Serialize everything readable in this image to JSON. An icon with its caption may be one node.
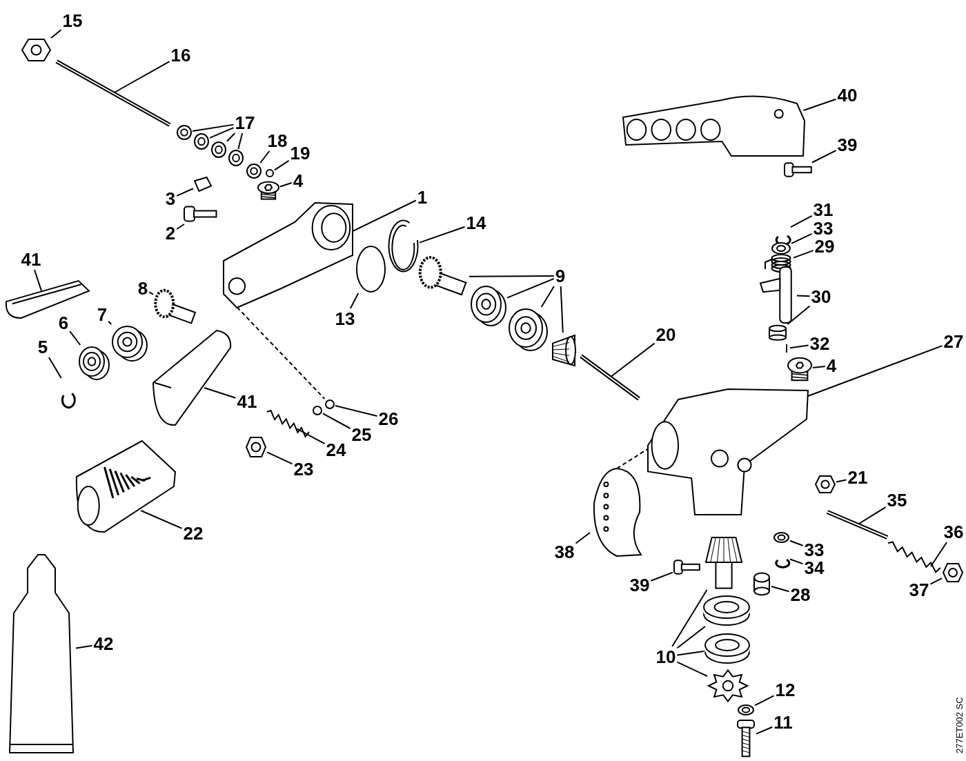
{
  "diagram": {
    "nodes": [
      {
        "text": [
          "15"
        ]
      },
      {
        "text": [],
        "shape": "picture"
      },
      {
        "text": [
          "16"
        ]
      },
      {
        "text": [],
        "shape": "picture"
      },
      {
        "text": [
          "17"
        ]
      },
      {
        "text": [],
        "shape": "picture"
      },
      {
        "text": [],
        "shape": "picture"
      },
      {
        "text": [],
        "shape": "picture"
      },
      {
        "text": [],
        "shape": "picture"
      },
      {
        "text": [
          "18"
        ]
      },
      {
        "text": [],
        "shape": "picture"
      },
      {
        "text": [
          "19"
        ]
      },
      {
        "text": [],
        "shape": "circle"
      },
      {
        "text": [
          "40"
        ]
      },
      {
        "text": [],
        "shape": "picture"
      },
      {
        "text": [
          "39"
        ]
      },
      {
        "text": [],
        "shape": "picture"
      },
      {
        "text": [
          "4"
        ]
      },
      {
        "text": [],
        "shape": "picture"
      },
      {
        "text": [
          "3"
        ]
      },
      {
        "text": [],
        "shape": "picture"
      },
      {
        "text": [
          "1"
        ]
      },
      {
        "text": [],
        "shape": "picture"
      },
      {
        "text": [
          "2"
        ]
      },
      {
        "text": [],
        "shape": "picture"
      },
      {
        "text": [
          "14"
        ]
      },
      {
        "text": [],
        "shape": "picture"
      },
      {
        "text": [
          "31"
        ]
      },
      {
        "text": [],
        "shape": "picture"
      },
      {
        "text": [
          "33"
        ]
      },
      {
        "text": [],
        "shape": "picture"
      },
      {
        "text": [
          "29"
        ]
      },
      {
        "text": [],
        "shape": "picture"
      },
      {
        "text": [
          "41"
        ]
      },
      {
        "text": [],
        "shape": "picture"
      },
      {
        "text": [
          "9"
        ]
      },
      {
        "text": [],
        "shape": "picture"
      },
      {
        "text": [],
        "shape": "picture"
      },
      {
        "text": [],
        "shape": "picture"
      },
      {
        "text": [],
        "shape": "picture"
      },
      {
        "text": [
          "8"
        ]
      },
      {
        "text": [],
        "shape": "picture"
      },
      {
        "text": [
          "13"
        ]
      },
      {
        "text": [],
        "shape": "circle"
      },
      {
        "text": [
          "30"
        ]
      },
      {
        "text": [],
        "shape": "picture"
      },
      {
        "text": [],
        "shape": "cylinder"
      },
      {
        "text": [
          "7"
        ]
      },
      {
        "text": [],
        "shape": "picture"
      },
      {
        "text": [
          "6"
        ]
      },
      {
        "text": [],
        "shape": "picture"
      },
      {
        "text": [
          "20"
        ]
      },
      {
        "text": [],
        "shape": "picture"
      },
      {
        "text": [
          "27"
        ]
      },
      {
        "text": [],
        "shape": "picture"
      },
      {
        "text": [
          "5"
        ]
      },
      {
        "text": [],
        "shape": "picture"
      },
      {
        "text": [
          "32"
        ]
      },
      {
        "text": [],
        "shape": "picture"
      },
      {
        "text": [
          "4"
        ]
      },
      {
        "text": [],
        "shape": "picture"
      },
      {
        "text": [
          "41"
        ]
      },
      {
        "text": [],
        "shape": "picture"
      },
      {
        "text": [
          "26"
        ]
      },
      {
        "text": [],
        "shape": "circle"
      },
      {
        "text": [
          "25"
        ]
      },
      {
        "text": [],
        "shape": "circle"
      },
      {
        "text": [
          "24"
        ]
      },
      {
        "text": [],
        "shape": "picture"
      },
      {
        "text": [
          "23"
        ]
      },
      {
        "text": [],
        "shape": "picture"
      },
      {
        "text": [
          "21"
        ]
      },
      {
        "text": [],
        "shape": "picture"
      },
      {
        "text": [
          "35"
        ]
      },
      {
        "text": [],
        "shape": "picture"
      },
      {
        "text": [
          "22"
        ]
      },
      {
        "text": [],
        "shape": "picture"
      },
      {
        "text": [
          "36"
        ]
      },
      {
        "text": [],
        "shape": "picture"
      },
      {
        "text": [
          "38"
        ]
      },
      {
        "text": [],
        "shape": "picture"
      },
      {
        "text": [
          "33"
        ]
      },
      {
        "text": [],
        "shape": "picture"
      },
      {
        "text": [
          "34"
        ]
      },
      {
        "text": [],
        "shape": "picture"
      },
      {
        "text": [
          "39"
        ]
      },
      {
        "text": [],
        "shape": "picture"
      },
      {
        "text": [
          "37"
        ]
      },
      {
        "text": [],
        "shape": "picture"
      },
      {
        "text": [
          "28"
        ]
      },
      {
        "text": [],
        "shape": "cylinder"
      },
      {
        "text": [
          "42"
        ]
      },
      {
        "text": [],
        "shape": "picture"
      },
      {
        "text": [
          "10"
        ]
      },
      {
        "text": [],
        "shape": "picture"
      },
      {
        "text": [],
        "shape": "picture"
      },
      {
        "text": [],
        "shape": "picture"
      },
      {
        "text": [],
        "shape": "picture"
      },
      {
        "text": [
          "12"
        ]
      },
      {
        "text": [],
        "shape": "picture"
      },
      {
        "text": [
          "11"
        ]
      },
      {
        "text": [],
        "shape": "picture"
      }
    ],
    "edges": [
      {
        "from": 0,
        "to": 1,
        "arrow": "none"
      },
      {
        "from": 2,
        "to": 3,
        "arrow": "none"
      },
      {
        "from": 4,
        "to": 5,
        "arrow": "none"
      },
      {
        "from": 4,
        "to": 6,
        "arrow": "none"
      },
      {
        "from": 4,
        "to": 7,
        "arrow": "none"
      },
      {
        "from": 4,
        "to": 8,
        "arrow": "none"
      },
      {
        "from": 9,
        "to": 10,
        "arrow": "none"
      },
      {
        "from": 11,
        "to": 12,
        "arrow": "none"
      },
      {
        "from": 13,
        "to": 14,
        "arrow": "none"
      },
      {
        "from": 15,
        "to": 16,
        "arrow": "none"
      },
      {
        "from": 17,
        "to": 18,
        "arrow": "none"
      },
      {
        "from": 19,
        "to": 20,
        "arrow": "none"
      },
      {
        "from": 21,
        "to": 22,
        "arrow": "none"
      },
      {
        "from": 23,
        "to": 24,
        "arrow": "none"
      },
      {
        "from": 25,
        "to": 26,
        "arrow": "none"
      },
      {
        "from": 27,
        "to": 28,
        "arrow": "none"
      },
      {
        "from": 29,
        "to": 30,
        "arrow": "none"
      },
      {
        "from": 31,
        "to": 32,
        "arrow": "none"
      },
      {
        "from": 33,
        "to": 34,
        "arrow": "none"
      },
      {
        "from": 35,
        "to": 36,
        "arrow": "none"
      },
      {
        "from": 35,
        "to": 37,
        "arrow": "none"
      },
      {
        "from": 35,
        "to": 38,
        "arrow": "none"
      },
      {
        "from": 35,
        "to": 39,
        "arrow": "none"
      },
      {
        "from": 40,
        "to": 41,
        "arrow": "none"
      },
      {
        "from": 42,
        "to": 43,
        "arrow": "none"
      },
      {
        "from": 44,
        "to": 45,
        "arrow": "none"
      },
      {
        "from": 44,
        "to": 46,
        "arrow": "none"
      },
      {
        "from": 47,
        "to": 48,
        "arrow": "none"
      },
      {
        "from": 49,
        "to": 50,
        "arrow": "none"
      },
      {
        "from": 51,
        "to": 52,
        "arrow": "none"
      },
      {
        "from": 53,
        "to": 54,
        "arrow": "none"
      },
      {
        "from": 55,
        "to": 56,
        "arrow": "none"
      },
      {
        "from": 57,
        "to": 58,
        "arrow": "none"
      },
      {
        "from": 59,
        "to": 60,
        "arrow": "none"
      },
      {
        "from": 61,
        "to": 62,
        "arrow": "none"
      },
      {
        "from": 63,
        "to": 64,
        "arrow": "none"
      },
      {
        "from": 65,
        "to": 66,
        "arrow": "none"
      },
      {
        "from": 67,
        "to": 68,
        "arrow": "none"
      },
      {
        "from": 69,
        "to": 70,
        "arrow": "none"
      },
      {
        "from": 71,
        "to": 72,
        "arrow": "none"
      },
      {
        "from": 73,
        "to": 74,
        "arrow": "none"
      },
      {
        "from": 75,
        "to": 76,
        "arrow": "none"
      },
      {
        "from": 77,
        "to": 78,
        "arrow": "none"
      },
      {
        "from": 79,
        "to": 80,
        "arrow": "none"
      },
      {
        "from": 81,
        "to": 82,
        "arrow": "none"
      },
      {
        "from": 83,
        "to": 84,
        "arrow": "none"
      },
      {
        "from": 85,
        "to": 86,
        "arrow": "none"
      },
      {
        "from": 87,
        "to": 88,
        "arrow": "none"
      },
      {
        "from": 89,
        "to": 90,
        "arrow": "none"
      },
      {
        "from": 91,
        "to": 92,
        "arrow": "none"
      },
      {
        "from": 93,
        "to": 94,
        "arrow": "none"
      },
      {
        "from": 93,
        "to": 95,
        "arrow": "none"
      },
      {
        "from": 93,
        "to": 96,
        "arrow": "none"
      },
      {
        "from": 93,
        "to": 97,
        "arrow": "none"
      },
      {
        "from": 98,
        "to": 99,
        "arrow": "none"
      },
      {
        "from": 100,
        "to": 101,
        "arrow": "none"
      },
      {
        "from": 22,
        "to": 64,
        "arrow": "none",
        "style": "dashed"
      },
      {
        "from": 80,
        "to": 54,
        "arrow": "none",
        "style": "dashed"
      }
    ],
    "labels": [
      "277ET002 SC"
    ]
  }
}
